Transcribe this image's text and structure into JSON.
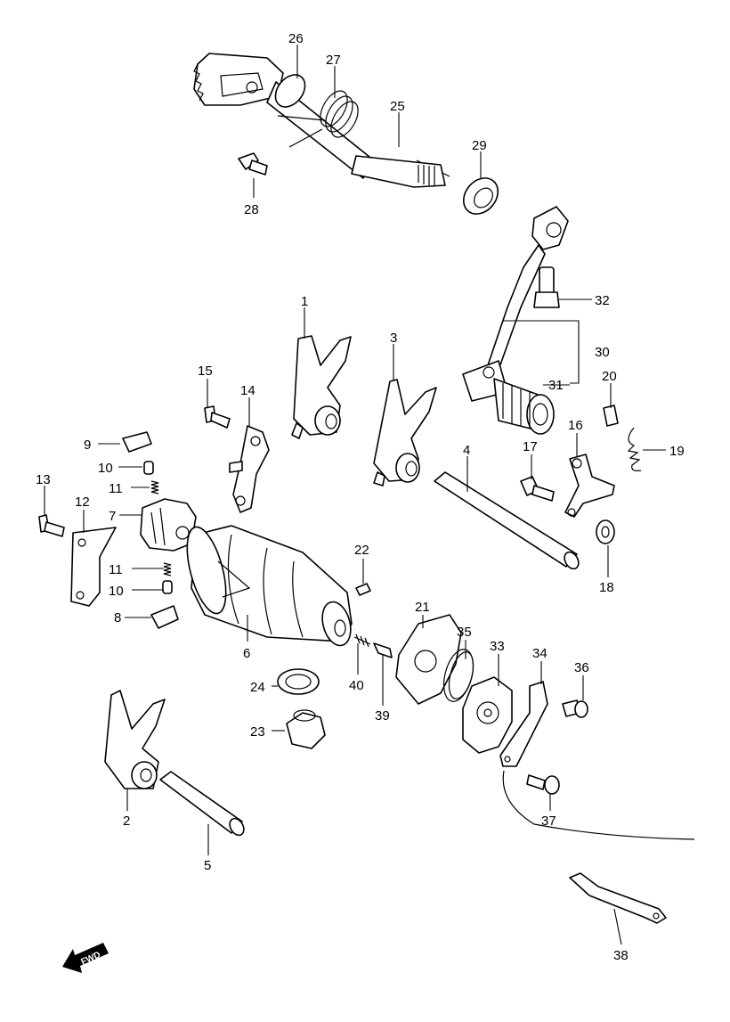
{
  "callouts": [
    "26",
    "27",
    "25",
    "29",
    "28",
    "32",
    "30",
    "31",
    "1",
    "3",
    "15",
    "14",
    "20",
    "9",
    "10",
    "11",
    "7",
    "13",
    "12",
    "17",
    "16",
    "19",
    "4",
    "22",
    "11",
    "10",
    "8",
    "6",
    "21",
    "35",
    "33",
    "34",
    "36",
    "40",
    "24",
    "39",
    "23",
    "2",
    "37",
    "5",
    "18",
    "38"
  ],
  "fwd_label": "FWD"
}
